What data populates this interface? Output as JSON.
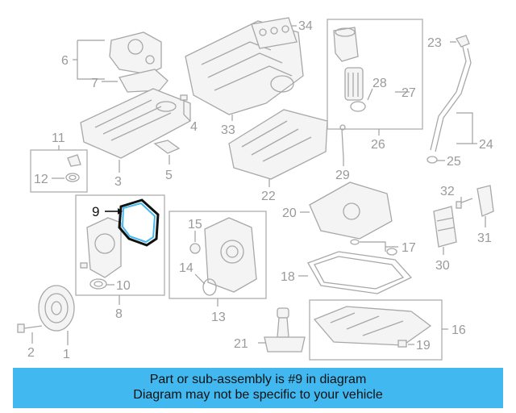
{
  "callouts": {
    "n1": "1",
    "n2": "2",
    "n3": "3",
    "n4": "4",
    "n5": "5",
    "n6": "6",
    "n7": "7",
    "n8": "8",
    "n9": "9",
    "n10": "10",
    "n11": "11",
    "n12": "12",
    "n13": "13",
    "n14": "14",
    "n15": "15",
    "n16": "16",
    "n17": "17",
    "n18": "18",
    "n19": "19",
    "n20": "20",
    "n21": "21",
    "n22": "22",
    "n23": "23",
    "n24": "24",
    "n25": "25",
    "n26": "26",
    "n27": "27",
    "n28": "28",
    "n29": "29",
    "n30": "30",
    "n31": "31",
    "n32": "32",
    "n33": "33",
    "n34": "34"
  },
  "highlight": {
    "part": "9",
    "color": "#41b8f0"
  },
  "banner": {
    "line1": "Part or sub-assembly is #9 in diagram",
    "line2": "Diagram may not be specific to your vehicle"
  }
}
